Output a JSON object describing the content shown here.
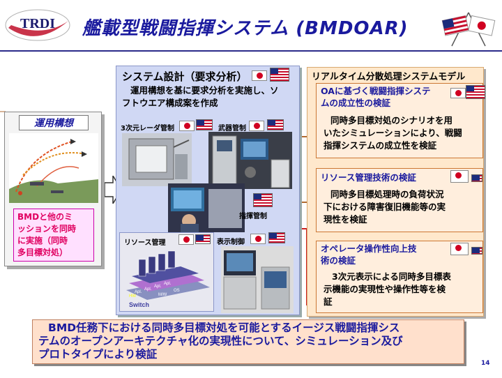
{
  "header": {
    "logo_text": "TRDI",
    "title": "艦載型戦闘指揮システム (BMDOAR)"
  },
  "concept": {
    "title": "運用構想",
    "note_lines": [
      "BMDと他のミ",
      "ッションを同時",
      "に実施（同時",
      "多目標対処）"
    ]
  },
  "system_design": {
    "title": "システム設計（要求分析）",
    "desc_lines": [
      "運用構想を基に要求分析を実施し、ソ",
      "フトウエア構成案を作成"
    ],
    "radar_label": "3次元レーダ管制",
    "weapons_label": "武器管制",
    "command_label": "指揮管制",
    "resource_label": "リソース管理",
    "display_label": "表示制御",
    "switch_label": "Switch",
    "diagram_labels": [
      "Apl.",
      "Apl.",
      "Apl.",
      "Apl.",
      "M/W",
      "OS",
      "HW"
    ]
  },
  "realtime": {
    "title": "リアルタイム分散処理システムモデル",
    "cards": [
      {
        "title_lines": [
          "OAに基づく戦闘指揮システ",
          "ムの成立性の検証"
        ],
        "body_lines": [
          "同時多目標対処のシナリオを用",
          "いたシミュレーションにより、戦闘",
          "指揮システムの成立性を検証"
        ]
      },
      {
        "title_lines": [
          "リソース管理技術の検証"
        ],
        "body_lines": [
          "同時多目標処理時の負荷状況",
          "下における障害復旧機能等の実",
          "現性を検証"
        ]
      },
      {
        "title_lines": [
          "オペレータ操作性向上技",
          "術の検証"
        ],
        "body_lines": [
          "3次元表示による同時多目標表",
          "示機能の実現性や操作性等を検",
          "証"
        ]
      }
    ]
  },
  "conclusion": {
    "lines": [
      "BMD任務下における同時多目標対処を可能とするイージス戦闘指揮シス",
      "テムのオープンアーキテクチャ化の実現性について、シミュレーション及び",
      "プロトタイプにより検証"
    ]
  },
  "page_number": "14",
  "colors": {
    "title_blue": "#1a1a9e",
    "mid_panel": "#d0d8f4",
    "right_panel": "#ffe8cc",
    "note_pink": "#ffe0ff",
    "note_text": "#e00060",
    "connector": "#b06a30"
  }
}
